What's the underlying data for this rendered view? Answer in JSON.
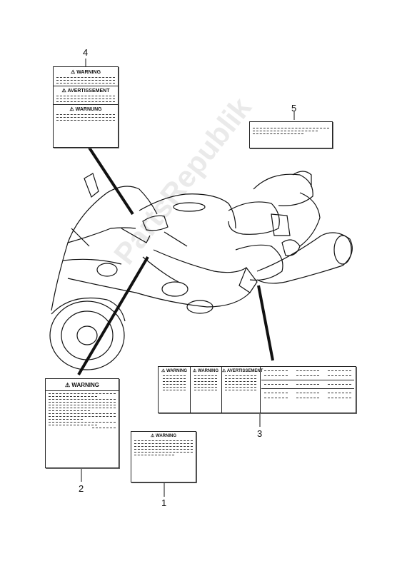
{
  "callouts": {
    "n1": "1",
    "n2": "2",
    "n3": "3",
    "n4": "4",
    "n5": "5"
  },
  "labels": {
    "warning": "WARNING",
    "avertissement": "AVERTISSEMENT",
    "warnung": "WARNUNG"
  },
  "watermark": "PartsRepublik",
  "colors": {
    "line": "#222222",
    "fill": "#ffffff"
  }
}
